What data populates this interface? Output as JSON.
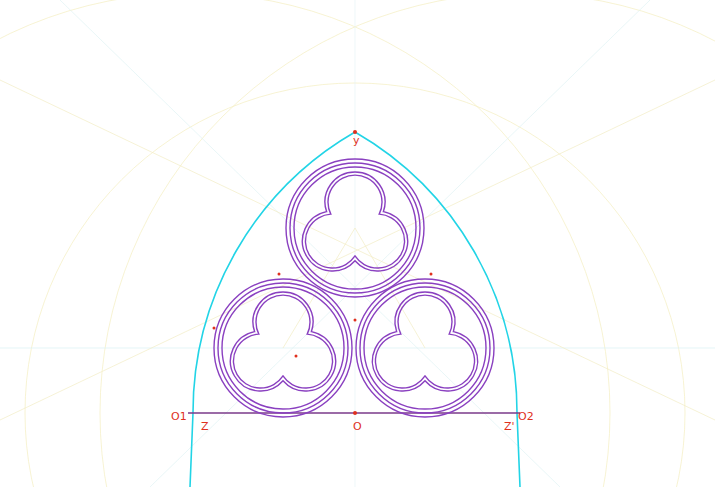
{
  "diagram": {
    "labels": [
      "y",
      "O1",
      "Z",
      "O",
      "Z'",
      "O2"
    ]
  }
}
